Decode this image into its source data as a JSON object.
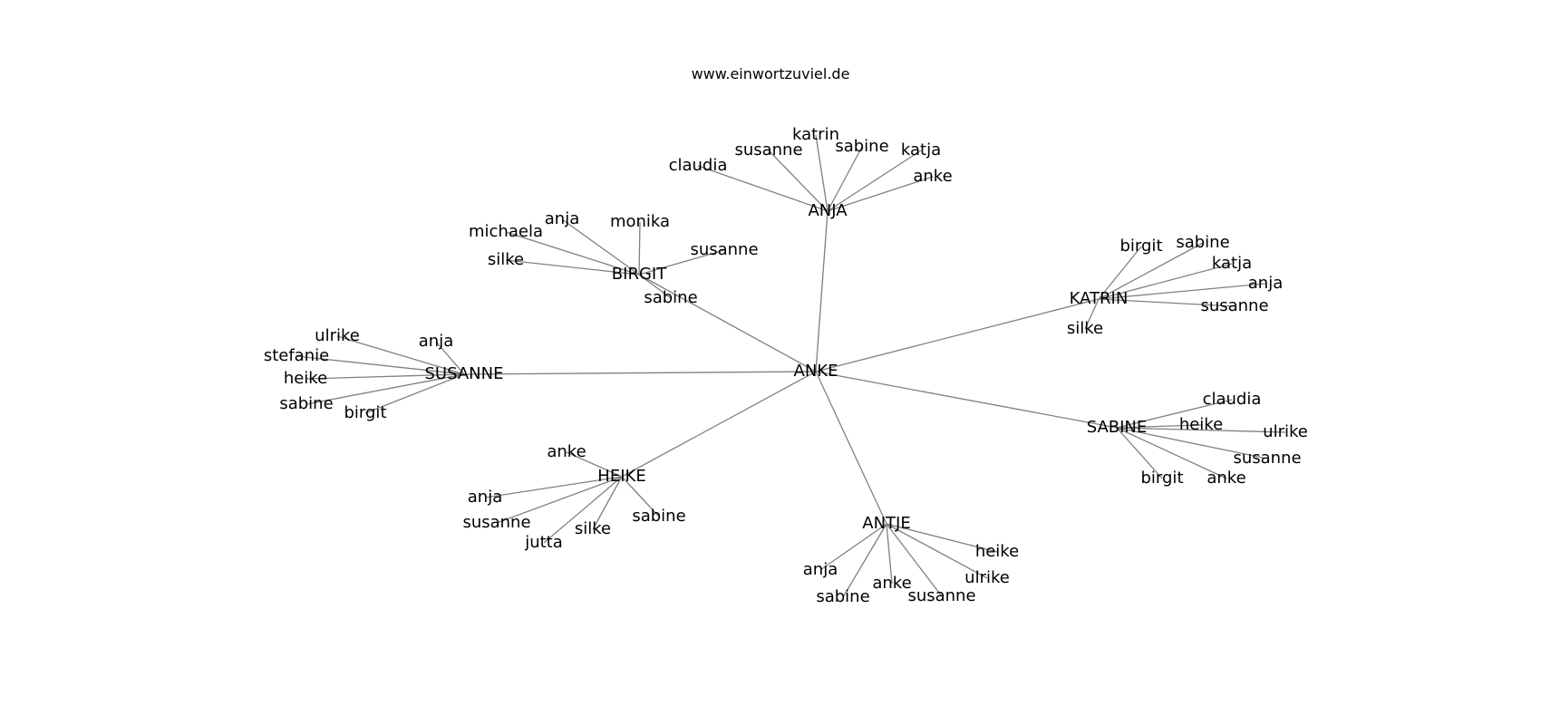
{
  "title": "www.einwortzuviel.de",
  "colors": {
    "edge": "#808080",
    "text": "#000000",
    "background": "#ffffff"
  },
  "graph": {
    "root": "ANKE",
    "hubs": [
      {
        "name": "ANJA",
        "children": [
          "claudia",
          "susanne",
          "katrin",
          "sabine",
          "katja",
          "anke"
        ]
      },
      {
        "name": "BIRGIT",
        "children": [
          "michaela",
          "anja",
          "monika",
          "susanne",
          "silke",
          "sabine"
        ]
      },
      {
        "name": "KATRIN",
        "children": [
          "birgit",
          "sabine",
          "katja",
          "anja",
          "susanne",
          "silke"
        ]
      },
      {
        "name": "SUSANNE",
        "children": [
          "ulrike",
          "anja",
          "stefanie",
          "heike",
          "sabine",
          "birgit"
        ]
      },
      {
        "name": "SABINE",
        "children": [
          "claudia",
          "heike",
          "ulrike",
          "susanne",
          "birgit",
          "anke"
        ]
      },
      {
        "name": "HEIKE",
        "children": [
          "anke",
          "anja",
          "susanne",
          "jutta",
          "silke",
          "sabine"
        ]
      },
      {
        "name": "ANTJE",
        "children": [
          "heike",
          "ulrike",
          "susanne",
          "anke",
          "sabine",
          "anja"
        ]
      }
    ]
  }
}
